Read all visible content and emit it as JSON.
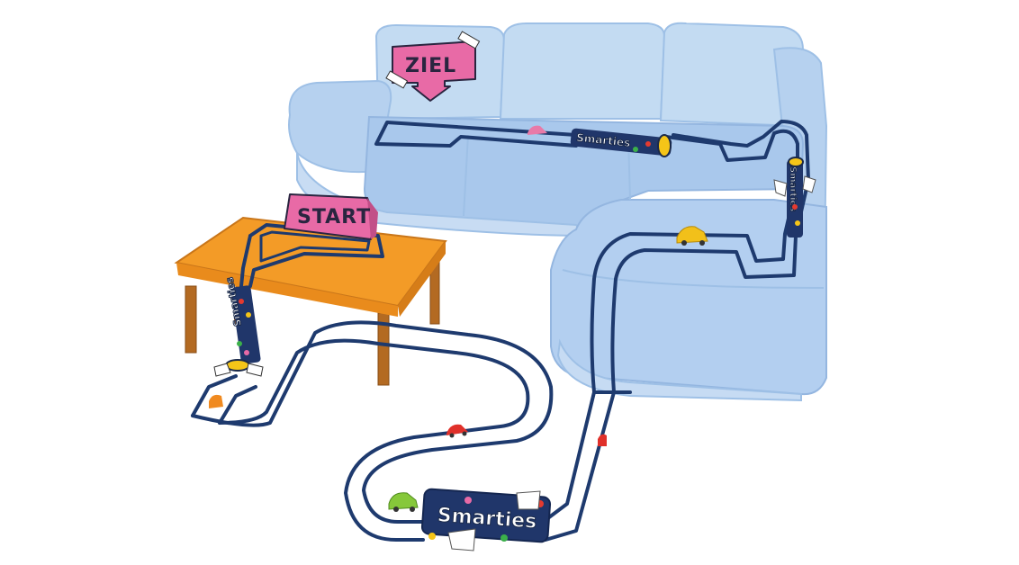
{
  "signs": {
    "finish_label": "ZIEL",
    "start_label": "START"
  },
  "candy_brand": "Smarties",
  "colors": {
    "sofa": "#b9d3ee",
    "sofa_shadow": "#9fbfe4",
    "sofa_outline": "#8fb0d8",
    "table_top": "#f39b27",
    "table_legs": "#b36a22",
    "track": "#1e3a6e",
    "sign_pink": "#e86aa6",
    "car_yellow": "#f2c01a",
    "car_red": "#e0302a",
    "car_green": "#86c83a",
    "car_pink": "#e87aa8",
    "car_orange": "#f08a20"
  },
  "cars": [
    {
      "name": "yellow-car",
      "color": "car_yellow"
    },
    {
      "name": "pink-car",
      "color": "car_pink"
    },
    {
      "name": "red-car",
      "color": "car_red"
    },
    {
      "name": "green-car",
      "color": "car_green"
    },
    {
      "name": "orange-car",
      "color": "car_orange"
    },
    {
      "name": "red-car-small",
      "color": "car_red"
    }
  ]
}
